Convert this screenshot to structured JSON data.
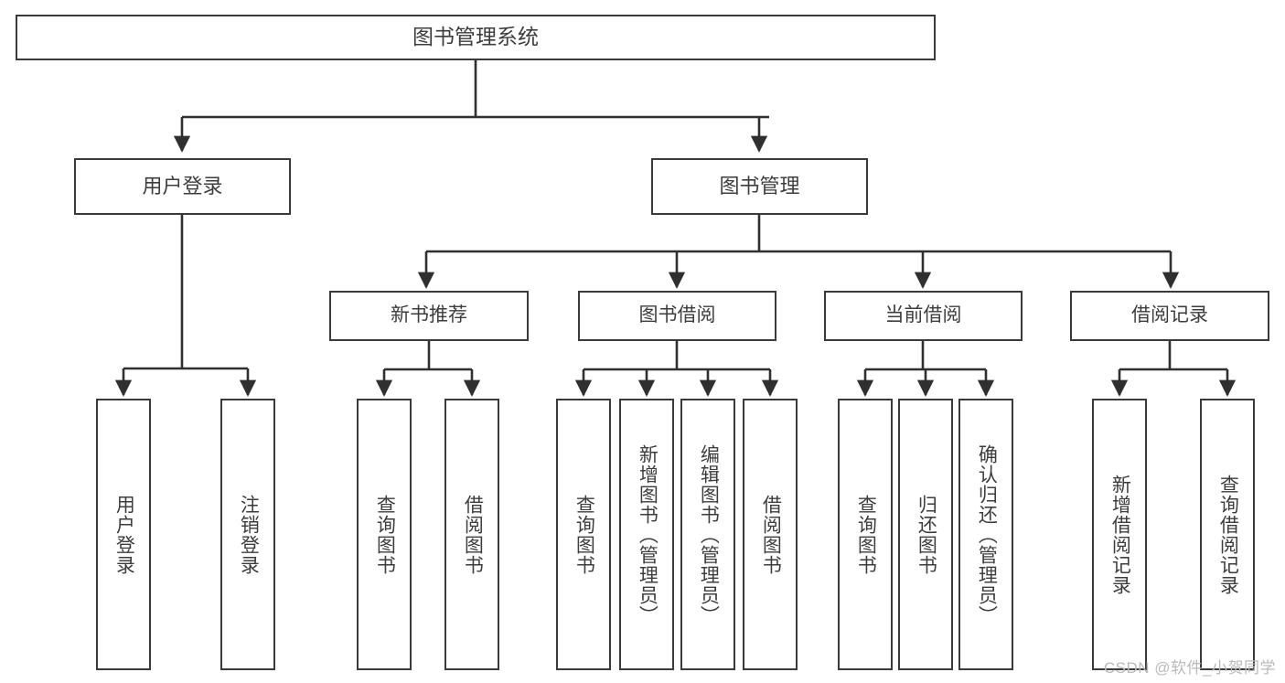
{
  "diagram": {
    "type": "tree-hierarchy",
    "title": "图书管理系统",
    "watermark": "CSDN @软件_小贺同学",
    "colors": {
      "background": "#ffffff",
      "box_border": "#3a3a3a",
      "box_fill": "#ffffff",
      "text": "#3d3d3d",
      "connector": "#2f2f2f",
      "watermark": "#b9b9b9"
    },
    "root": {
      "id": "root",
      "label": "图书管理系统"
    },
    "level2": [
      {
        "id": "user-login",
        "label": "用户登录"
      },
      {
        "id": "book-management",
        "label": "图书管理"
      }
    ],
    "level3": [
      {
        "id": "new-book-recommend",
        "label": "新书推荐",
        "parent": "book-management"
      },
      {
        "id": "book-borrow",
        "label": "图书借阅",
        "parent": "book-management"
      },
      {
        "id": "current-borrow",
        "label": "当前借阅",
        "parent": "book-management"
      },
      {
        "id": "borrow-record",
        "label": "借阅记录",
        "parent": "book-management"
      }
    ],
    "leaves": [
      {
        "id": "leaf-user-login",
        "label": "用户登录",
        "parent": "user-login"
      },
      {
        "id": "leaf-logout-login",
        "label": "注销登录",
        "parent": "user-login"
      },
      {
        "id": "leaf-query-book-1",
        "label": "查询图书",
        "parent": "new-book-recommend"
      },
      {
        "id": "leaf-borrow-book-1",
        "label": "借阅图书",
        "parent": "new-book-recommend"
      },
      {
        "id": "leaf-query-book-2",
        "label": "查询图书",
        "parent": "book-borrow"
      },
      {
        "id": "leaf-add-book",
        "label": "新增图书（管理员）",
        "parent": "book-borrow"
      },
      {
        "id": "leaf-edit-book",
        "label": "编辑图书（管理员）",
        "parent": "book-borrow"
      },
      {
        "id": "leaf-borrow-book-2",
        "label": "借阅图书",
        "parent": "book-borrow"
      },
      {
        "id": "leaf-query-book-3",
        "label": "查询图书",
        "parent": "current-borrow"
      },
      {
        "id": "leaf-return-book",
        "label": "归还图书",
        "parent": "current-borrow"
      },
      {
        "id": "leaf-confirm-return",
        "label": "确认归还（管理员）",
        "parent": "current-borrow"
      },
      {
        "id": "leaf-add-record",
        "label": "新增借阅记录",
        "parent": "borrow-record"
      },
      {
        "id": "leaf-query-record",
        "label": "查询借阅记录",
        "parent": "borrow-record"
      }
    ]
  }
}
